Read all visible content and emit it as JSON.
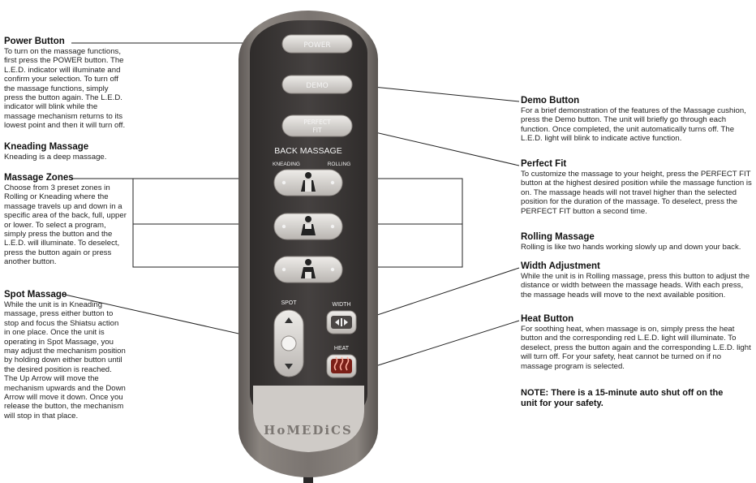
{
  "left": {
    "power": {
      "title": "Power Button",
      "body": "To turn on the massage functions, first press the POWER button. The L.E.D. indicator will illuminate and confirm your selection. To turn off the massage functions, simply press the button again. The L.E.D. indicator will blink while the massage mechanism returns to its lowest point and then it will turn off."
    },
    "kneading": {
      "title": "Kneading Massage",
      "body": "Kneading is a deep massage."
    },
    "zones": {
      "title": "Massage Zones",
      "body": "Choose from 3 preset zones in Rolling or Kneading where the massage travels up and down in a specific area of the back, full, upper or lower. To select a program, simply press the button and the L.E.D. will illuminate. To deselect, press the button again or press another button."
    },
    "spot": {
      "title": "Spot Massage",
      "body": "While the unit is in Kneading massage, press either button to stop and focus the Shiatsu action in one place. Once the unit is operating in Spot Massage, you may adjust the mechanism position by holding down either button until the desired position is reached. The Up Arrow will move the mechanism upwards and the Down Arrow will move it down. Once you release the button, the mechanism will stop in that place."
    }
  },
  "right": {
    "demo": {
      "title": "Demo Button",
      "body": "For a brief demonstration of the features of the Massage cushion, press the Demo button. The unit will briefly go through each function. Once completed, the unit automatically turns off. The L.E.D. light will blink to indicate active function."
    },
    "perfect_fit": {
      "title": "Perfect Fit",
      "body": "To customize the massage to your height, press the PERFECT FIT button at the highest desired position while the massage function is on. The massage heads will not travel higher than the selected position for the duration of the massage. To deselect, press the PERFECT FIT button a second time."
    },
    "rolling": {
      "title": "Rolling Massage",
      "body": "Rolling is like two hands working slowly up and down your back."
    },
    "width": {
      "title": "Width Adjustment",
      "body": "While the unit is in Rolling massage, press this button to adjust the distance or width between the massage heads. With each press, the massage heads will move to the next available position."
    },
    "heat": {
      "title": "Heat Button",
      "body": "For soothing heat, when massage is on, simply press the heat button and the corresponding red L.E.D. light will illuminate. To deselect, press the button again and the corresponding L.E.D. light will turn off. For your safety, heat cannot be turned on if no massage program is selected."
    },
    "note": "NOTE:  There is a 15-minute auto shut off on the unit for your safety."
  },
  "remote": {
    "power_label": "POWER",
    "demo_label": "DEMO",
    "perfect_fit_label_1": "PERFECT",
    "perfect_fit_label_2": "FIT",
    "back_massage_label": "BACK MASSAGE",
    "kneading_label": "KNEADING",
    "rolling_label": "ROLLING",
    "spot_label": "SPOT",
    "width_label": "WIDTH",
    "heat_label": "HEAT",
    "brand": "HoMEDiCS",
    "icons": [
      "figure-full-icon",
      "figure-upper-icon",
      "figure-lower-icon",
      "up-down-arrow-icon",
      "width-arrows-icon",
      "heat-waves-icon"
    ],
    "colors": {
      "body": "#77716d",
      "face": "#3a3736",
      "button": "#d9d6d2",
      "heat_icon": "#c0392b"
    }
  }
}
